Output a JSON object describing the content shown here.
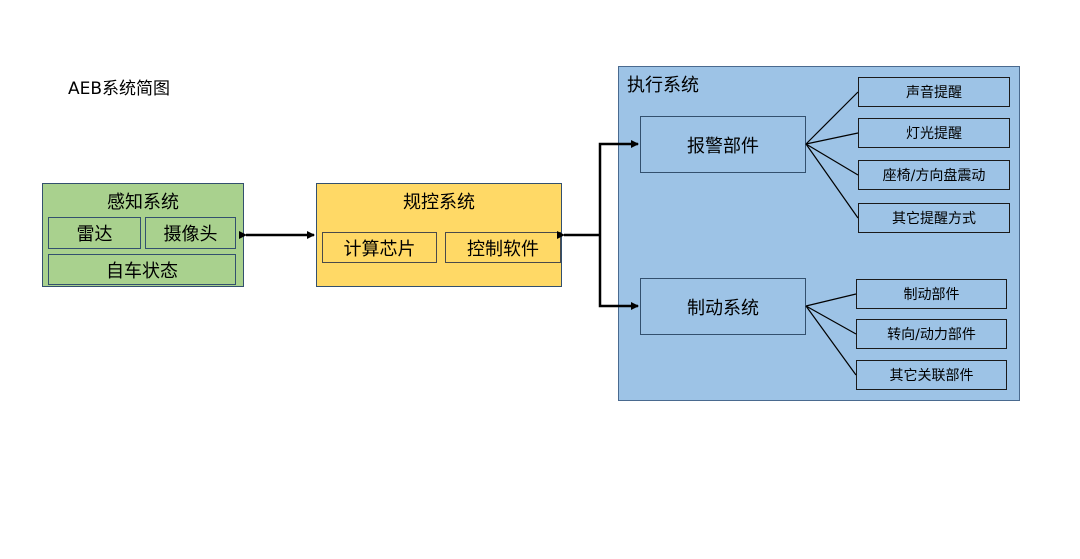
{
  "title": "AEB系统简图",
  "perception": {
    "title": "感知系统",
    "items": [
      "雷达",
      "摄像头",
      "自车状态"
    ]
  },
  "planning": {
    "title": "规控系统",
    "items": [
      "计算芯片",
      "控制软件"
    ]
  },
  "execution": {
    "title": "执行系统",
    "alarm": {
      "title": "报警部件",
      "items": [
        "声音提醒",
        "灯光提醒",
        "座椅/方向盘震动",
        "其它提醒方式"
      ]
    },
    "brake": {
      "title": "制动系统",
      "items": [
        "制动部件",
        "转向/动力部件",
        "其它关联部件"
      ]
    }
  },
  "colors": {
    "perception": "#a9d18e",
    "planning": "#ffd966",
    "execution": "#9dc3e6"
  }
}
